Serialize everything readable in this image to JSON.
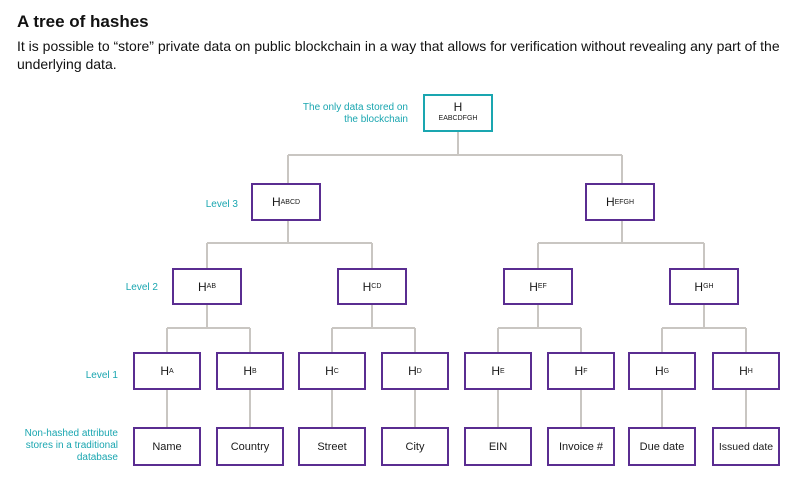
{
  "header": {
    "title": "A tree of hashes",
    "subtitle": "It is possible to “store” private data on public blockchain in a way that allows for verification without revealing any part of the underlying data."
  },
  "level_labels": {
    "root": "The only data stored on the blockchain",
    "level3": "Level 3",
    "level2": "Level 2",
    "level1": "Level 1",
    "leaves": "Non-hashed attribute stores in a traditional database"
  },
  "tree": {
    "root": {
      "base": "H",
      "sub": "EABCDFGH"
    },
    "level3": [
      {
        "base": "H",
        "sub": "ABCD"
      },
      {
        "base": "H",
        "sub": "EFGH"
      }
    ],
    "level2": [
      {
        "base": "H",
        "sub": "AB"
      },
      {
        "base": "H",
        "sub": "CD"
      },
      {
        "base": "H",
        "sub": "EF"
      },
      {
        "base": "H",
        "sub": "GH"
      }
    ],
    "level1": [
      {
        "base": "H",
        "sub": "A"
      },
      {
        "base": "H",
        "sub": "B"
      },
      {
        "base": "H",
        "sub": "C"
      },
      {
        "base": "H",
        "sub": "D"
      },
      {
        "base": "H",
        "sub": "E"
      },
      {
        "base": "H",
        "sub": "F"
      },
      {
        "base": "H",
        "sub": "G"
      },
      {
        "base": "H",
        "sub": "H"
      }
    ],
    "leaves": [
      "Name",
      "Country",
      "Street",
      "City",
      "EIN",
      "Invoice #",
      "Due date",
      "Issued date"
    ]
  },
  "colors": {
    "node_border": "#5a2d91",
    "root_border": "#1aa6b0",
    "label_text": "#1aa6b0",
    "connector": "#c9c6c2"
  }
}
